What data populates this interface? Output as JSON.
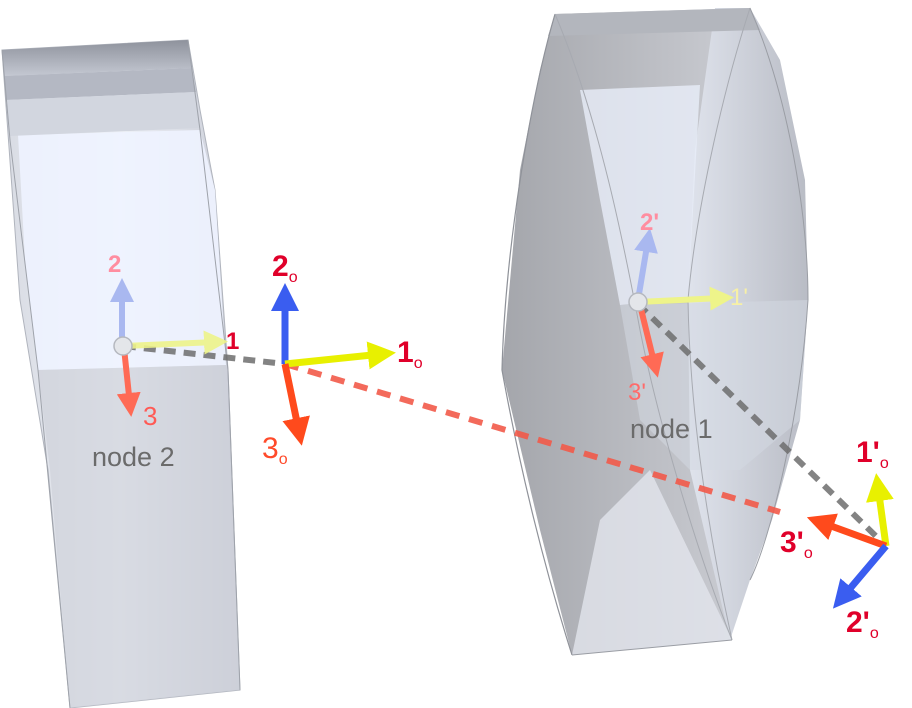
{
  "nodes": {
    "node2": {
      "label": "node 2"
    },
    "node1": {
      "label": "node 1"
    }
  },
  "frames": {
    "node2_local": {
      "axis1": "1",
      "axis2": "2",
      "axis3": "3"
    },
    "node2_offset": {
      "axis1": "1",
      "axis2": "2",
      "axis3": "3",
      "subscript": "o"
    },
    "node1_local": {
      "axis1": "1'",
      "axis2": "2'",
      "axis3": "3'"
    },
    "node1_offset": {
      "axis1": "1'",
      "axis2": "2'",
      "axis3": "3'",
      "subscript": "o"
    }
  },
  "colors": {
    "axis1": "#e8f000",
    "axis2": "#3a5df0",
    "axis3": "#ff4a1c",
    "axis_label": "#e0002a",
    "axis_label_faded": "#ff8da0",
    "link_gray": "#6e6e6e",
    "link_red": "#f25a4a",
    "body_fill": "#dfe3ee"
  }
}
